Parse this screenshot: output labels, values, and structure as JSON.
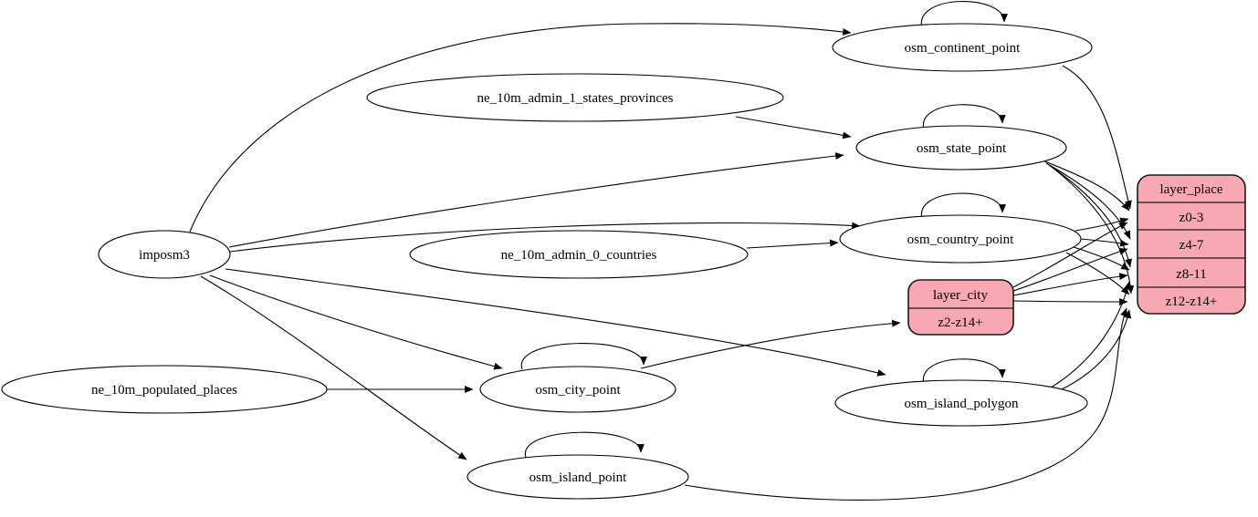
{
  "diagram": {
    "kind": "etl-dependency-graph",
    "topic": "place layer table mapping"
  },
  "colors": {
    "record_fill": "#f8a8b2",
    "node_fill": "#ffffff",
    "stroke": "#000000",
    "background": "#ffffff"
  },
  "nodes": {
    "imposm3": {
      "label": "imposm3"
    },
    "ne_10m_admin_1_states_provinces": {
      "label": "ne_10m_admin_1_states_provinces"
    },
    "ne_10m_admin_0_countries": {
      "label": "ne_10m_admin_0_countries"
    },
    "ne_10m_populated_places": {
      "label": "ne_10m_populated_places"
    },
    "osm_continent_point": {
      "label": "osm_continent_point"
    },
    "osm_state_point": {
      "label": "osm_state_point"
    },
    "osm_country_point": {
      "label": "osm_country_point"
    },
    "osm_city_point": {
      "label": "osm_city_point"
    },
    "osm_island_polygon": {
      "label": "osm_island_polygon"
    },
    "osm_island_point": {
      "label": "osm_island_point"
    }
  },
  "records": {
    "layer_place": {
      "title": "layer_place",
      "rows": [
        "z0-3",
        "z4-7",
        "z8-11",
        "z12-z14+"
      ]
    },
    "layer_city": {
      "title": "layer_city",
      "rows": [
        "z2-z14+"
      ]
    }
  },
  "edges": [
    {
      "from": "imposm3",
      "to": "osm_continent_point"
    },
    {
      "from": "imposm3",
      "to": "osm_state_point"
    },
    {
      "from": "imposm3",
      "to": "osm_country_point"
    },
    {
      "from": "imposm3",
      "to": "osm_city_point"
    },
    {
      "from": "imposm3",
      "to": "osm_island_polygon"
    },
    {
      "from": "imposm3",
      "to": "osm_island_point"
    },
    {
      "from": "ne_10m_admin_1_states_provinces",
      "to": "osm_state_point"
    },
    {
      "from": "ne_10m_admin_0_countries",
      "to": "osm_country_point"
    },
    {
      "from": "ne_10m_populated_places",
      "to": "osm_city_point"
    },
    {
      "from": "osm_continent_point",
      "to": "osm_continent_point"
    },
    {
      "from": "osm_state_point",
      "to": "osm_state_point"
    },
    {
      "from": "osm_country_point",
      "to": "osm_country_point"
    },
    {
      "from": "osm_city_point",
      "to": "osm_city_point"
    },
    {
      "from": "osm_island_polygon",
      "to": "osm_island_polygon"
    },
    {
      "from": "osm_island_point",
      "to": "osm_island_point"
    },
    {
      "from": "osm_city_point",
      "to": "layer_city:z2-z14+"
    },
    {
      "from": "osm_continent_point",
      "to": "layer_place:z0-3"
    },
    {
      "from": "osm_state_point",
      "to": "layer_place:z0-3"
    },
    {
      "from": "osm_state_point",
      "to": "layer_place:z4-7"
    },
    {
      "from": "osm_state_point",
      "to": "layer_place:z8-11"
    },
    {
      "from": "osm_state_point",
      "to": "layer_place:z12-z14+"
    },
    {
      "from": "osm_country_point",
      "to": "layer_place:z0-3"
    },
    {
      "from": "osm_country_point",
      "to": "layer_place:z4-7"
    },
    {
      "from": "osm_country_point",
      "to": "layer_place:z8-11"
    },
    {
      "from": "osm_country_point",
      "to": "layer_place:z12-z14+"
    },
    {
      "from": "layer_city",
      "to": "layer_place:z0-3"
    },
    {
      "from": "layer_city",
      "to": "layer_place:z4-7"
    },
    {
      "from": "layer_city",
      "to": "layer_place:z8-11"
    },
    {
      "from": "layer_city",
      "to": "layer_place:z12-z14+"
    },
    {
      "from": "osm_island_polygon",
      "to": "layer_place:z8-11"
    },
    {
      "from": "osm_island_polygon",
      "to": "layer_place:z12-z14+"
    },
    {
      "from": "osm_island_point",
      "to": "layer_place:z12-z14+"
    }
  ]
}
